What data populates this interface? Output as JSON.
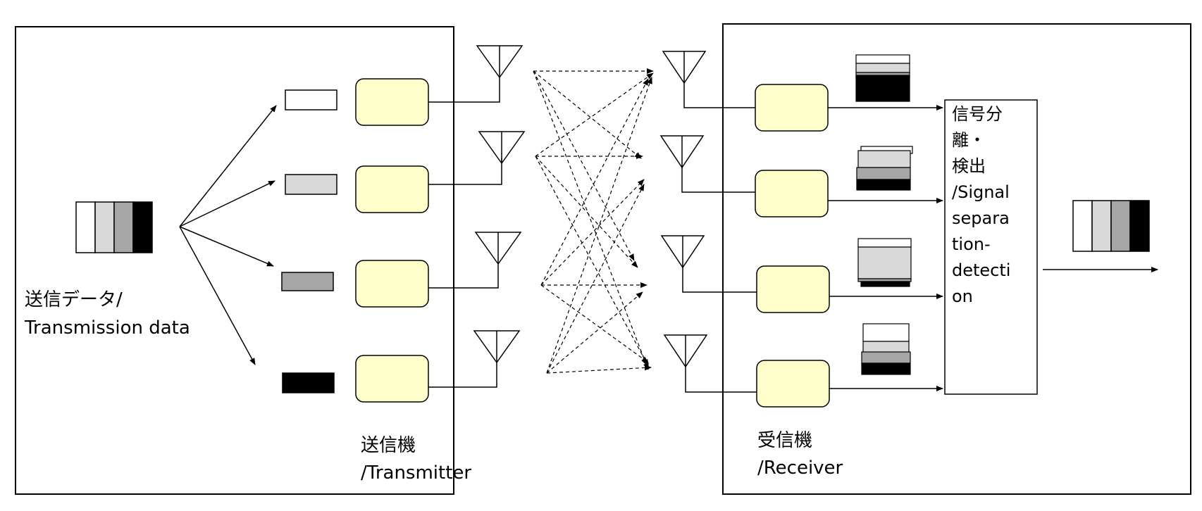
{
  "diagram": {
    "transmission_data_label": [
      "送信データ/",
      "Transmission data"
    ],
    "transmitter_label": [
      "送信機",
      "/Transmitter"
    ],
    "receiver_label": [
      "受信機",
      "/Receiver"
    ],
    "detector_label": [
      "信号分",
      "離・",
      "検出",
      "/Signal",
      "separa",
      "tion-",
      "detecti",
      "on"
    ],
    "stream_count": 4,
    "data_block_colors": [
      "#ffffff",
      "#d9d9d9",
      "#a6a6a6",
      "#000000"
    ],
    "transmitter_box_fill": "#ffffcc"
  }
}
